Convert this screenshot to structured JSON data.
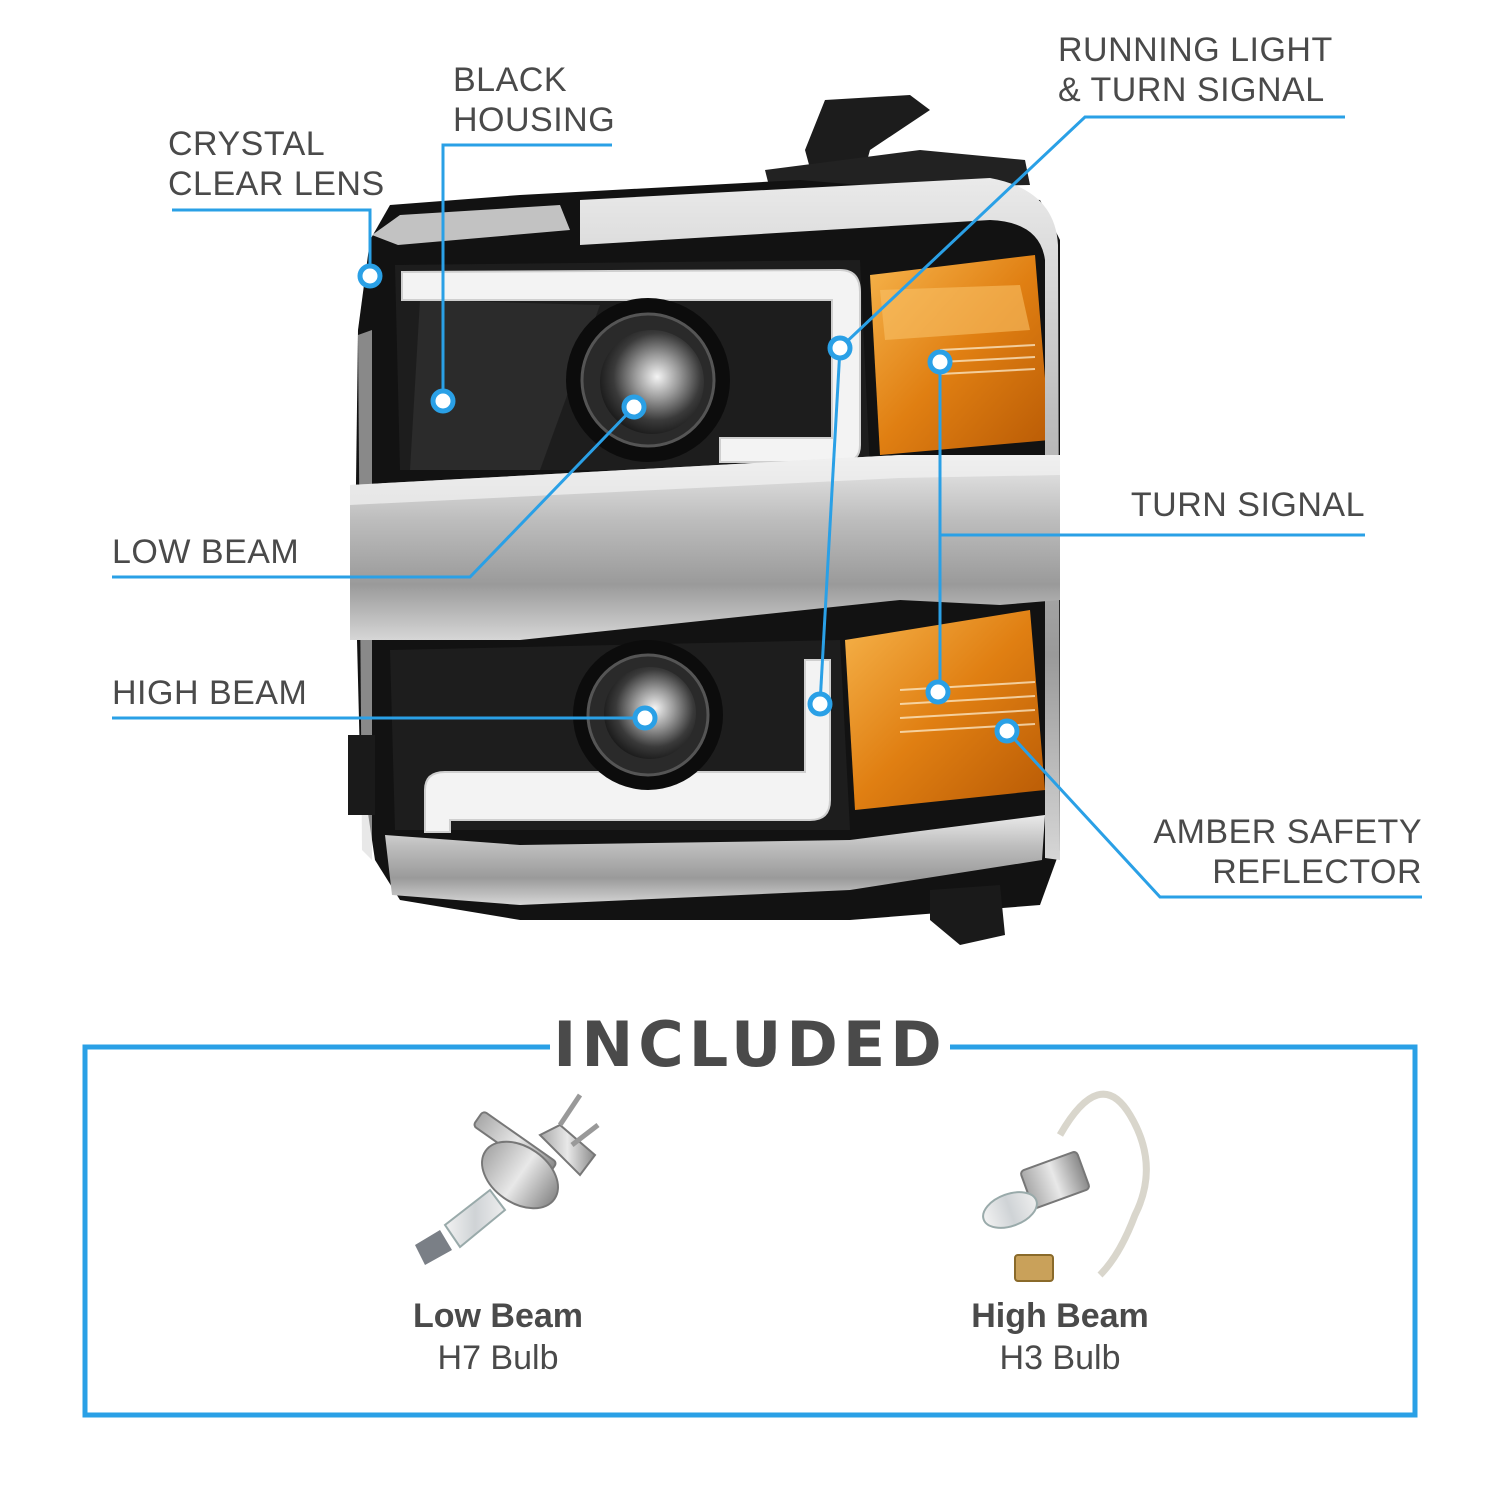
{
  "accent_color": "#2aa0e6",
  "callouts": {
    "crystal_lens": [
      "CRYSTAL",
      "CLEAR LENS"
    ],
    "black_housing": [
      "BLACK",
      "HOUSING"
    ],
    "running_light": [
      "RUNNING LIGHT",
      "& TURN SIGNAL"
    ],
    "turn_signal": [
      "TURN SIGNAL"
    ],
    "low_beam": [
      "LOW BEAM"
    ],
    "high_beam": [
      "HIGH BEAM"
    ],
    "amber_reflector": [
      "AMBER SAFETY",
      "REFLECTOR"
    ]
  },
  "included": {
    "title": "INCLUDED",
    "items": [
      {
        "name": "Low Beam",
        "bulb": "H7 Bulb",
        "icon": "h7-bulb-icon"
      },
      {
        "name": "High Beam",
        "bulb": "H3 Bulb",
        "icon": "h3-bulb-icon"
      }
    ]
  }
}
